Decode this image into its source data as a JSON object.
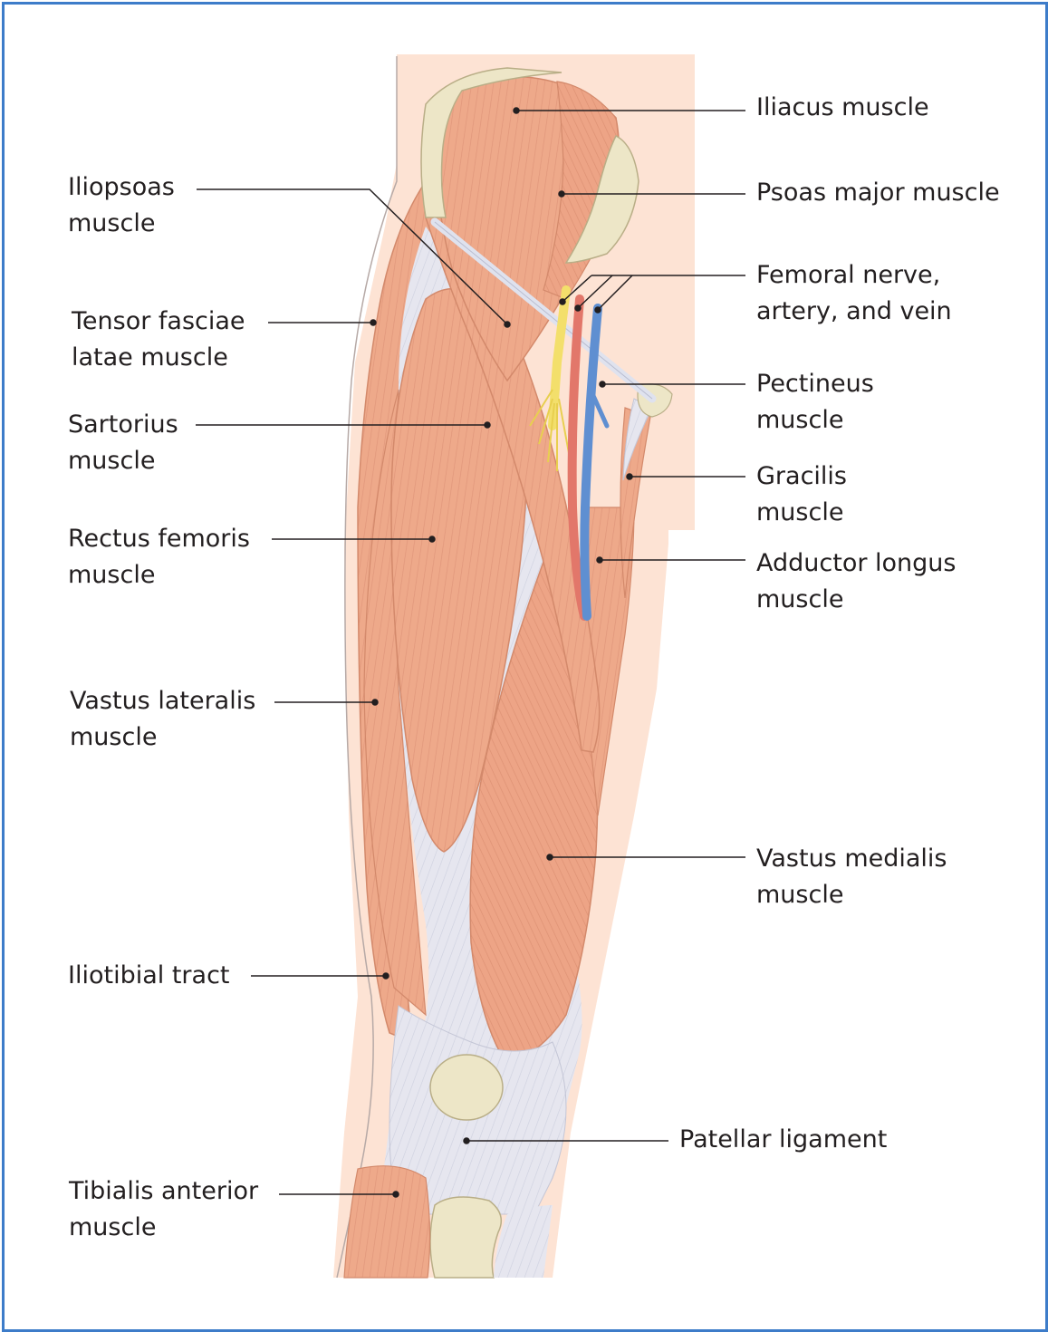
{
  "colors": {
    "border": "#3d7cc9",
    "skin": "#fde3d4",
    "muscle": "#eea98a",
    "muscle_dark": "#d98a6b",
    "tendon": "#e4e6f0",
    "bone": "#ede6c7",
    "nerve": "#f3df6b",
    "artery": "#e2776a",
    "vein": "#5f8fd1",
    "leader": "#231f20"
  },
  "labels": {
    "iliacus": [
      "Iliacus muscle"
    ],
    "psoas": [
      "Psoas major muscle"
    ],
    "femoral": [
      "Femoral nerve,",
      "artery, and vein"
    ],
    "pectineus": [
      "Pectineus",
      "muscle"
    ],
    "gracilis": [
      "Gracilis",
      "muscle"
    ],
    "adductor": [
      "Adductor longus",
      "muscle"
    ],
    "vastus_medialis": [
      "Vastus medialis",
      "muscle"
    ],
    "patellar": [
      "Patellar ligament"
    ],
    "iliopsoas": [
      "Iliopsoas",
      "muscle"
    ],
    "tensor": [
      "Tensor fasciae",
      "latae muscle"
    ],
    "sartorius": [
      "Sartorius",
      "muscle"
    ],
    "rectus": [
      "Rectus femoris",
      "muscle"
    ],
    "vastus_lateralis": [
      "Vastus lateralis",
      "muscle"
    ],
    "iliotibial": [
      "Iliotibial tract"
    ],
    "tibialis": [
      "Tibialis anterior",
      "muscle"
    ]
  }
}
